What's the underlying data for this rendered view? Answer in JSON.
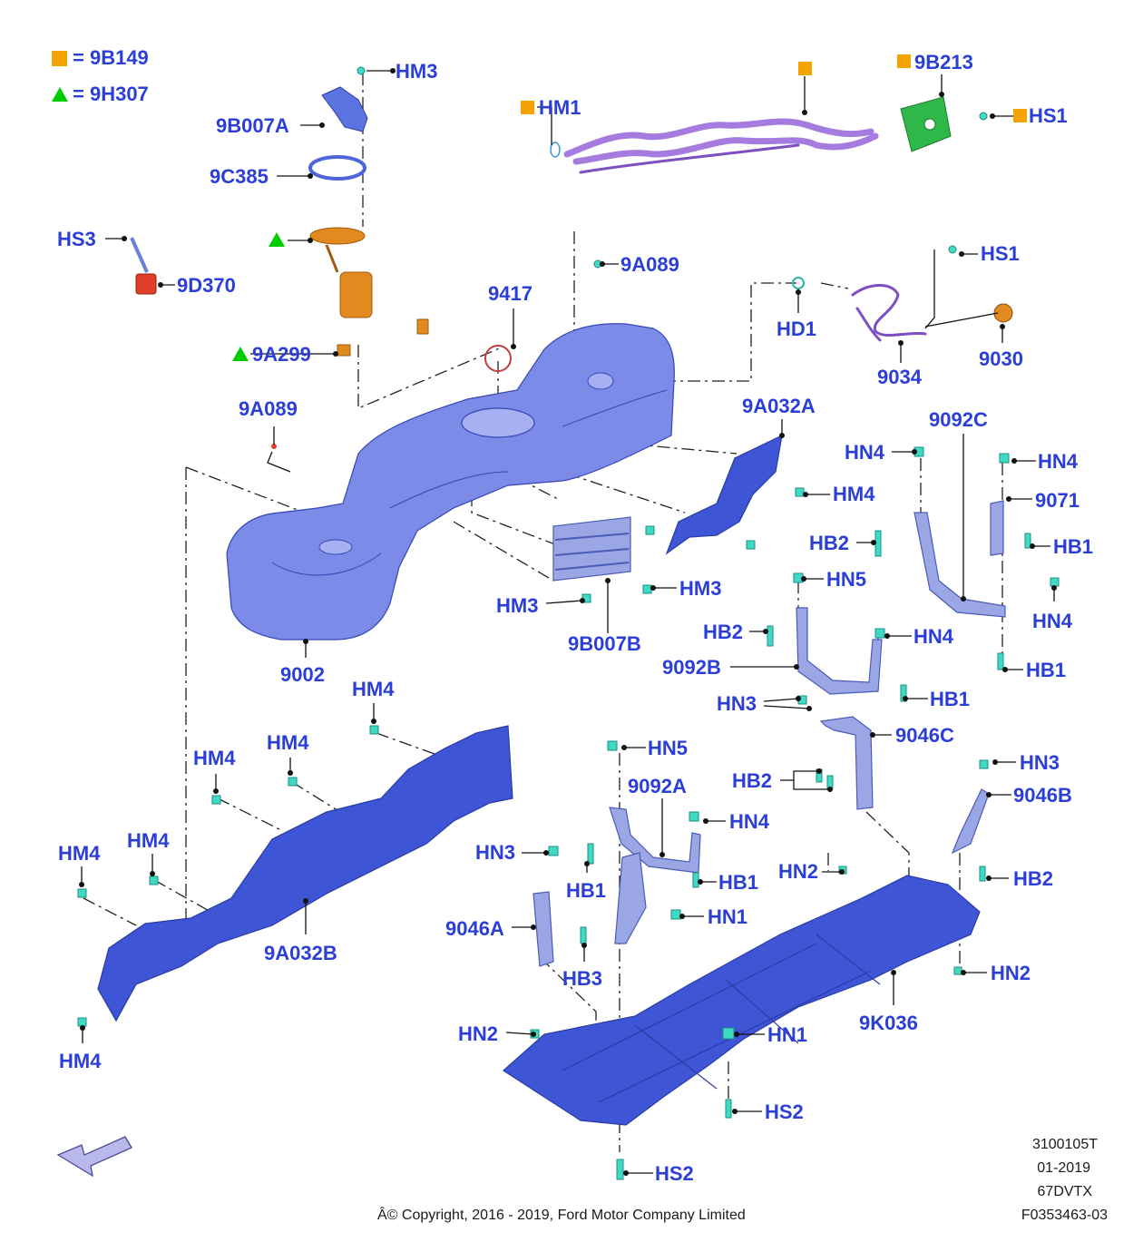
{
  "legend": {
    "square": {
      "symbol": "square",
      "color": "#f5a300",
      "label": "= 9B149"
    },
    "triangle": {
      "symbol": "triangle",
      "color": "#00cc00",
      "label": "= 9H307"
    }
  },
  "callouts": {
    "hm3_top": "HM3",
    "p9b007a": "9B007A",
    "p9c385": "9C385",
    "hs3": "HS3",
    "p9d370": "9D370",
    "p9a299": "9A299",
    "hm1": "HM1",
    "p9b213": "9B213",
    "hs1_top": "HS1",
    "p9a089_top": "9A089",
    "p9417": "9417",
    "hs1_mid": "HS1",
    "hd1": "HD1",
    "p9034": "9034",
    "p9030": "9030",
    "p9a089_left": "9A089",
    "p9a032a": "9A032A",
    "p9092c": "9092C",
    "hn4_a": "HN4",
    "hn4_b": "HN4",
    "hm4_a": "HM4",
    "p9071": "9071",
    "hb2_a": "HB2",
    "hb1_a": "HB1",
    "hn5_a": "HN5",
    "hm3_b": "HM3",
    "hm3_c": "HM3",
    "hn4_c": "HN4",
    "p9b007b": "9B007B",
    "hb2_b": "HB2",
    "hn4_d": "HN4",
    "p9002": "9002",
    "p9092b": "9092B",
    "hb1_b": "HB1",
    "hb1_c": "HB1",
    "hm4_b": "HM4",
    "hn3_a": "HN3",
    "p9046c": "9046C",
    "hm4_c": "HM4",
    "hm4_d": "HM4",
    "hn5_b": "HN5",
    "hb2_c": "HB2",
    "hn3_b": "HN3",
    "p9046b": "9046B",
    "p9092a": "9092A",
    "hn4_e": "HN4",
    "hm4_e": "HM4",
    "hm4_f": "HM4",
    "hn3_c": "HN3",
    "hb1_d": "HB1",
    "hn2_a": "HN2",
    "hb2_d": "HB2",
    "hb1_e": "HB1",
    "hn1_a": "HN1",
    "p9046a": "9046A",
    "p9a032b": "9A032B",
    "hn2_b": "HN2",
    "hb3": "HB3",
    "p9k036": "9K036",
    "hn2_c": "HN2",
    "hn1_b": "HN1",
    "hm4_g": "HM4",
    "hs2_a": "HS2",
    "hs2_b": "HS2"
  },
  "footer": {
    "code1": "3100105T",
    "date": "01-2019",
    "code2": "67DVTX",
    "copyright": "Â© Copyright, 2016 - 2019, Ford Motor Company Limited",
    "ref": "F0353463-03"
  },
  "icons": {
    "direction": "arrow-down-left-icon"
  },
  "colors": {
    "label": "#2b3fd8",
    "tank": "#7c8be8",
    "shield": "#3e55d6",
    "fastener": "#3fd9c5",
    "pipe": "#a57be0",
    "pump": "#e08a20",
    "sensor": "#e0402a",
    "bracket": "#2fb84a"
  }
}
